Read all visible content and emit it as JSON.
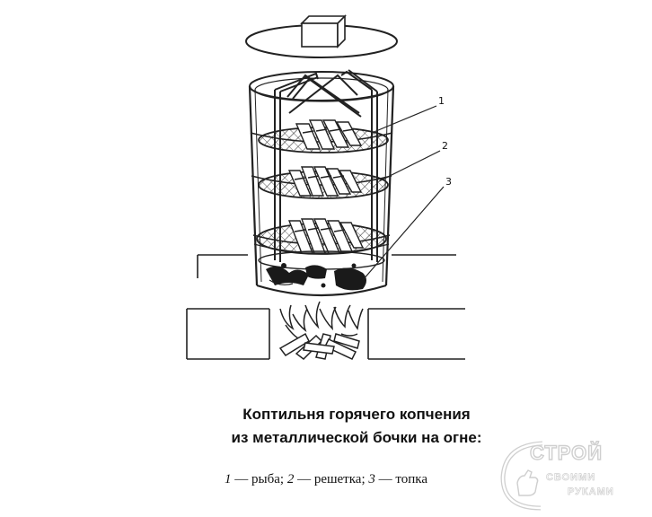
{
  "caption": {
    "title_line_1": "Коптильня горячего копчения",
    "title_line_2": "из металлической бочки на огне:"
  },
  "legend": [
    {
      "num": "1",
      "label": "рыба"
    },
    {
      "num": "2",
      "label": "решетка"
    },
    {
      "num": "3",
      "label": "топка"
    }
  ],
  "legend_separator": " — ",
  "legend_delimiter": "; ",
  "callouts": [
    "1",
    "2",
    "3"
  ],
  "watermark": {
    "line_1": "СТРОЙ",
    "line_2": "СВОИМИ",
    "line_3": "РУКАМИ"
  }
}
